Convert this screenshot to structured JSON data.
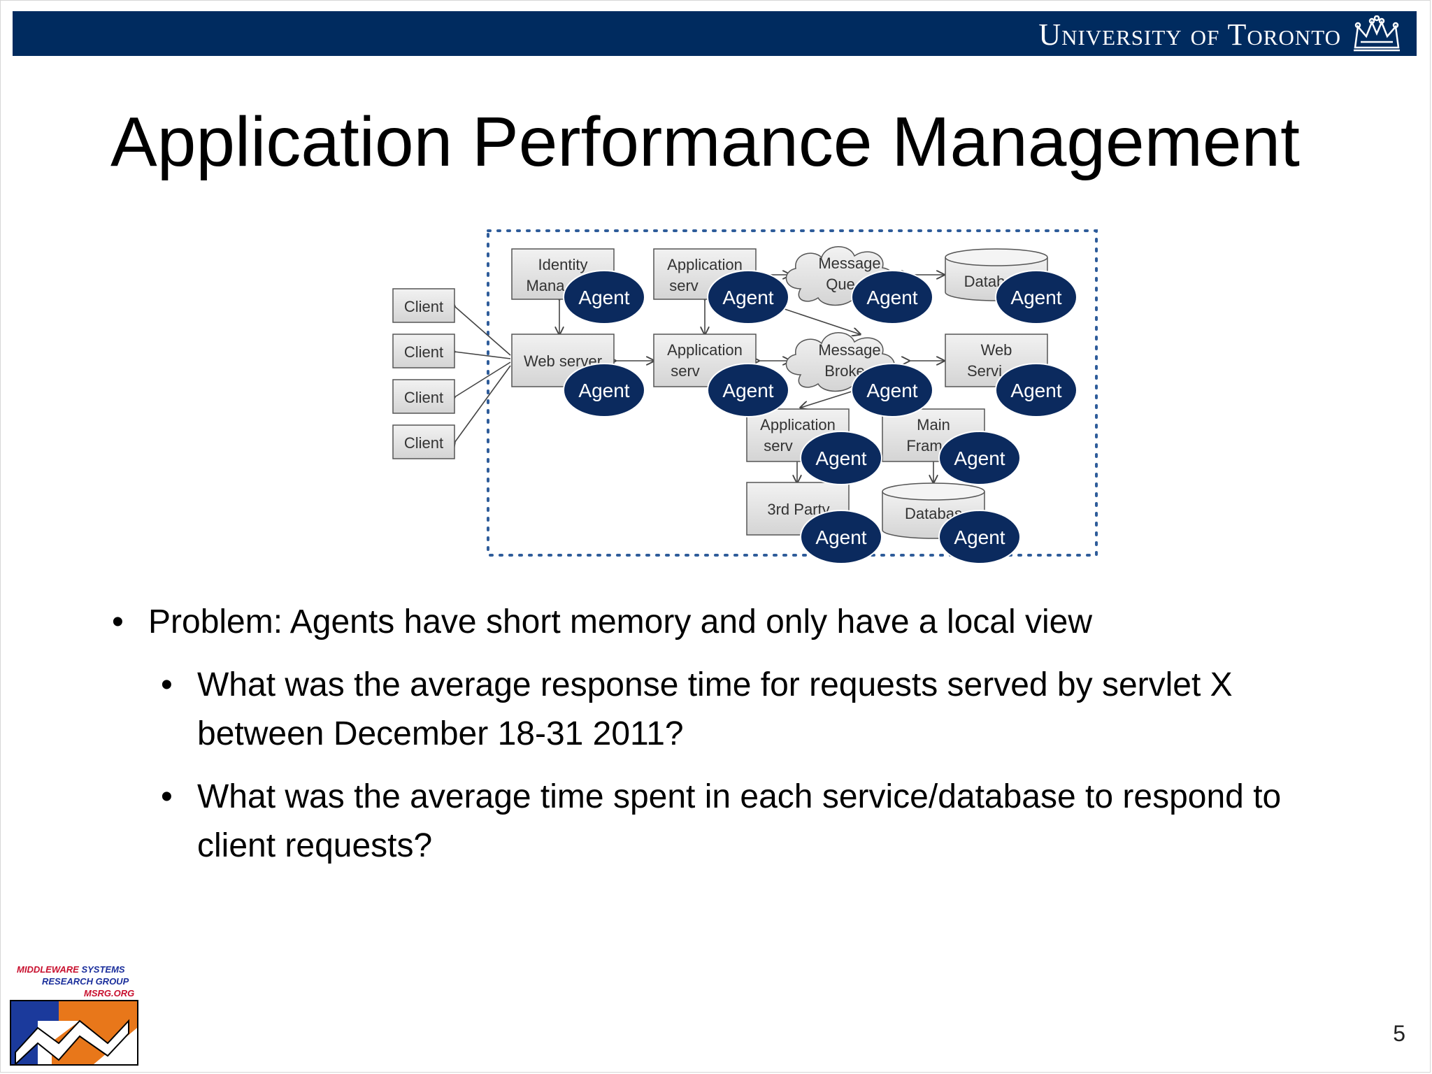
{
  "header": {
    "university_name": "University of Toronto",
    "banner_color": "#002b5f"
  },
  "slide": {
    "title": "Application Performance Management",
    "page_number": "5"
  },
  "diagram": {
    "clients": [
      "Client",
      "Client",
      "Client",
      "Client"
    ],
    "nodes": {
      "identity_1": "Identity",
      "identity_2": "Mana",
      "app1_1": "Application",
      "app1_2": "serv",
      "mq_1": "Message",
      "mq_2": "Que",
      "db1": "Datab",
      "web_server": "Web server",
      "app2_1": "Application",
      "app2_2": "serv",
      "mb_1": "Message",
      "mb_2": "Broke",
      "ws_1": "Web",
      "ws_2": "Servi",
      "app3_1": "Application",
      "app3_2": "serv",
      "mf_1": "Main",
      "mf_2": "Fram",
      "third_party": "3rd Party",
      "db2": "Databas"
    },
    "agent_label": "Agent",
    "agent_color": "#0b2a5e"
  },
  "bullets": {
    "marker": "•",
    "problem": "Problem: Agents have short memory and only have a local view",
    "q1": "What was the average response time for requests served by servlet X between December 18-31 2011?",
    "q2": "What was the average time spent in each service/database to respond to client requests?"
  },
  "footer": {
    "logo_line1_red": "MIDDLEWARE ",
    "logo_line1_blue": "SYSTEMS",
    "logo_line2": "RESEARCH GROUP",
    "logo_line3": "MSRG.ORG"
  }
}
